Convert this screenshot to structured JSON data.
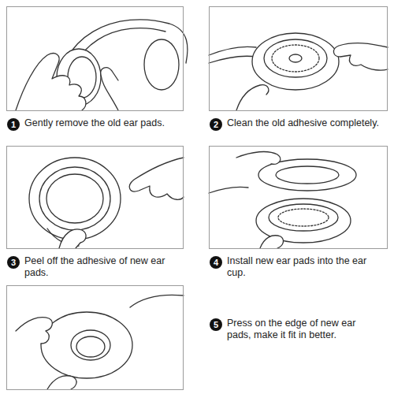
{
  "diagram": {
    "nodes": [
      {
        "text": [
          "1",
          "Gently remove the old ear pads."
        ]
      },
      {
        "text": [
          "2",
          "Clean the old adhesive completely."
        ]
      },
      {
        "text": [
          "3",
          "Peel off the adhesive of new ear pads."
        ]
      },
      {
        "text": [
          "4",
          "Install new ear pads into the ear cup."
        ]
      },
      {
        "text": [
          "5",
          "Press on the edge of new ear pads, make it fit in better."
        ]
      }
    ]
  }
}
